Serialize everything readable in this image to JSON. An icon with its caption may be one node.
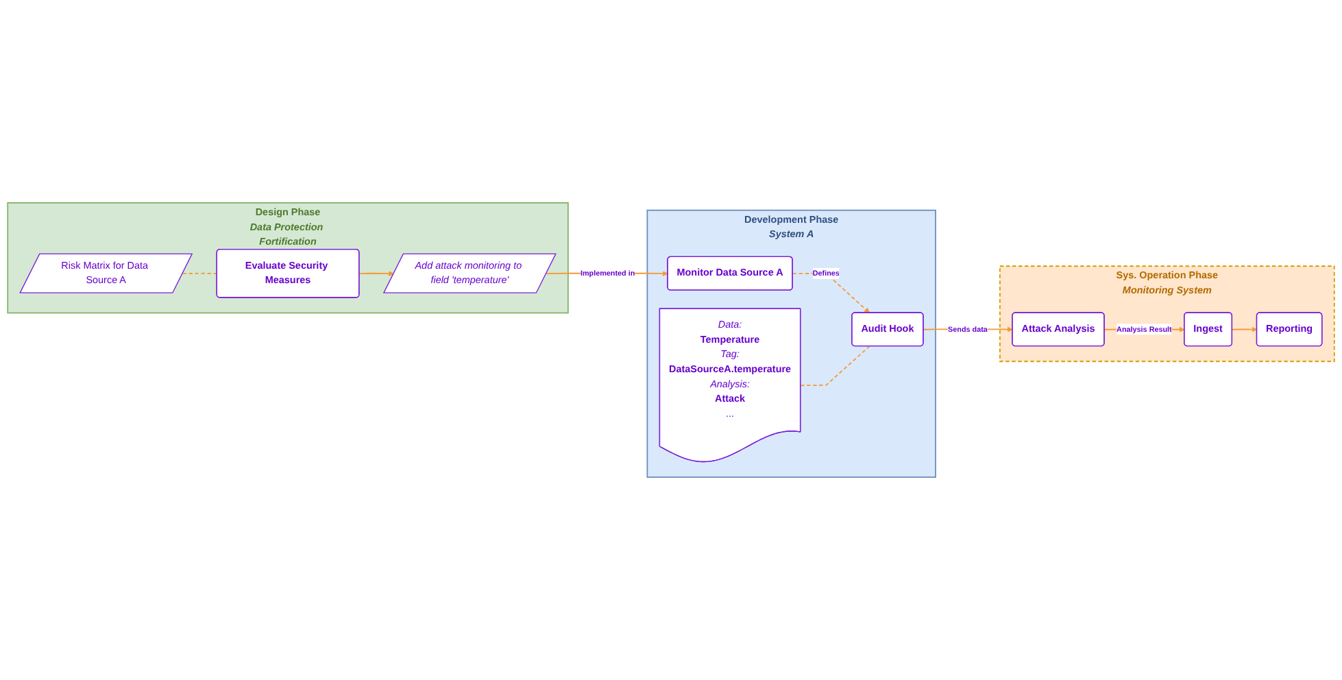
{
  "diagram": {
    "nodes": [
      {
        "text": [
          "Design Phase",
          "Data Protection Fortification"
        ]
      },
      {
        "text": [
          "Risk Matrix for Data Source A"
        ],
        "in": 0
      },
      {
        "text": [
          "Evaluate Security Measures"
        ],
        "in": 0
      },
      {
        "text": [
          "Add attack monitoring to field 'temperature'"
        ],
        "in": 0
      },
      {
        "text": [
          "Development Phase",
          "System A"
        ]
      },
      {
        "text": [
          "Monitor Data Source A"
        ],
        "in": 4
      },
      {
        "text": [
          "Audit Hook"
        ],
        "in": 4
      },
      {
        "text": [
          "Data:",
          "Temperature",
          "Tag:",
          "DataSourceA.temperature",
          "Analysis:",
          "Attack",
          "..."
        ],
        "in": 4
      },
      {
        "text": [
          "Sys. Operation Phase",
          "Monitoring System"
        ]
      },
      {
        "text": [
          "Attack Analysis"
        ],
        "in": 8
      },
      {
        "text": [
          "Ingest"
        ],
        "in": 8
      },
      {
        "text": [
          "Reporting"
        ],
        "in": 8
      }
    ],
    "edges": [
      {
        "from": 1,
        "to": 2,
        "arrow": "none",
        "style": "dashed"
      },
      {
        "from": 2,
        "to": 3,
        "arrow": "to"
      },
      {
        "from": 3,
        "to": 5,
        "arrow": "to",
        "label": "Implemented in"
      },
      {
        "from": 5,
        "to": 6,
        "arrow": "to",
        "label": "Defines",
        "style": "dashed"
      },
      {
        "from": 6,
        "to": 7,
        "arrow": "none",
        "style": "dashed"
      },
      {
        "from": 6,
        "to": 9,
        "arrow": "to",
        "label": "Sends data"
      },
      {
        "from": 9,
        "to": 10,
        "arrow": "to",
        "label": "Analysis Result"
      },
      {
        "from": 10,
        "to": 11,
        "arrow": "to"
      }
    ]
  }
}
